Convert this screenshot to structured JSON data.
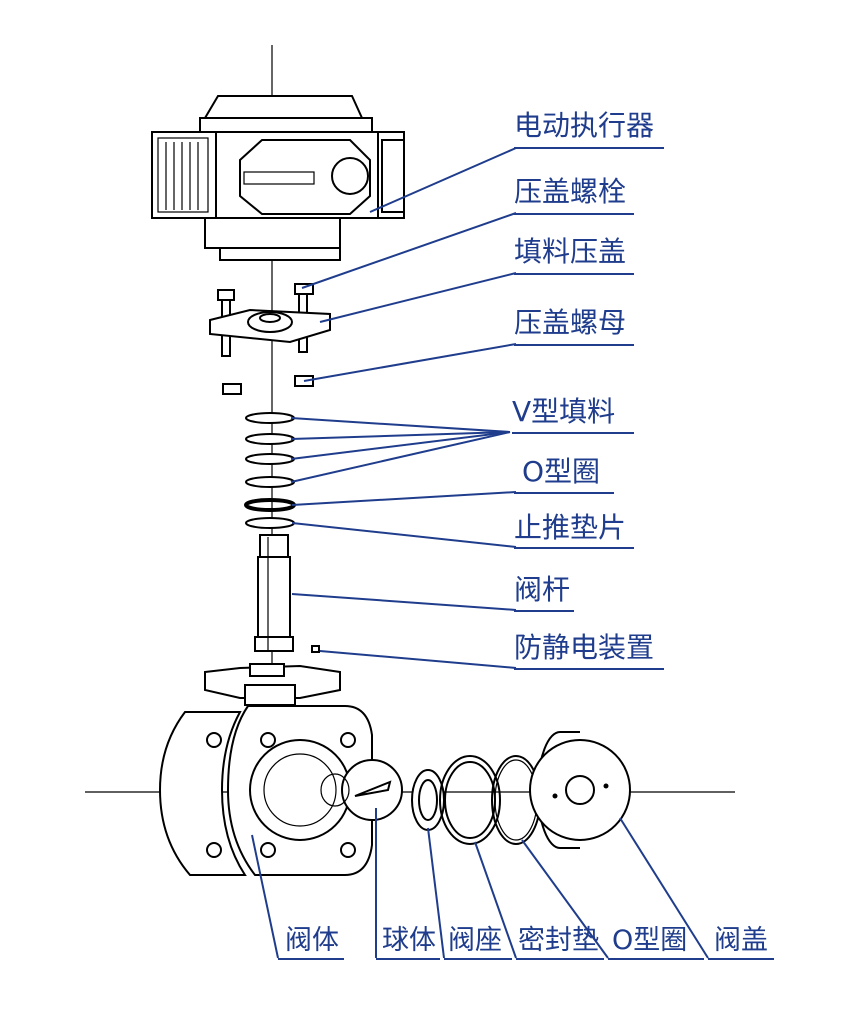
{
  "labels": {
    "actuator": "电动执行器",
    "gland_bolt": "压盖螺栓",
    "packing_gland": "填料压盖",
    "gland_nut": "压盖螺母",
    "v_packing": "V型填料",
    "o_ring_stem": "O型圈",
    "thrust_washer": "止推垫片",
    "stem": "阀杆",
    "antistatic": "防静电装置",
    "body": "阀体",
    "ball": "球体",
    "seat": "阀座",
    "gasket": "密封垫",
    "o_ring_bottom": "O型圈",
    "bonnet": "阀盖"
  },
  "colors": {
    "label": "#1f3d8c",
    "drawing": "#000000"
  }
}
